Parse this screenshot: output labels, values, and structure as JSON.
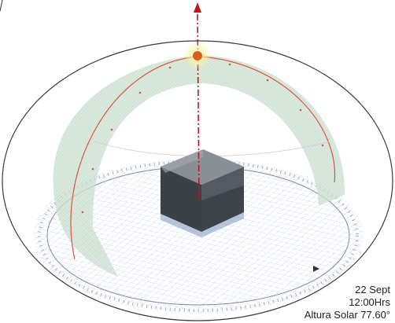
{
  "info": {
    "date": "22 Sept",
    "time": "12:00Hrs",
    "altitude": "Altura Solar 77.60°"
  },
  "colors": {
    "dome_outline": "#3a3a3a",
    "sun_path": "#e0533a",
    "solar_band": "#cfe3d4",
    "sun": "#d4601c",
    "sun_glow": "#fff2a0",
    "grid": "#9fb4d8",
    "cube_light": "#8a8f96",
    "cube_dark": "#3c4047",
    "vertical_axis": "#c01818"
  },
  "icons": {
    "sun": "sun-icon",
    "zenith_arrow": "arrow-up-icon",
    "north_marker": "compass-north-icon"
  }
}
